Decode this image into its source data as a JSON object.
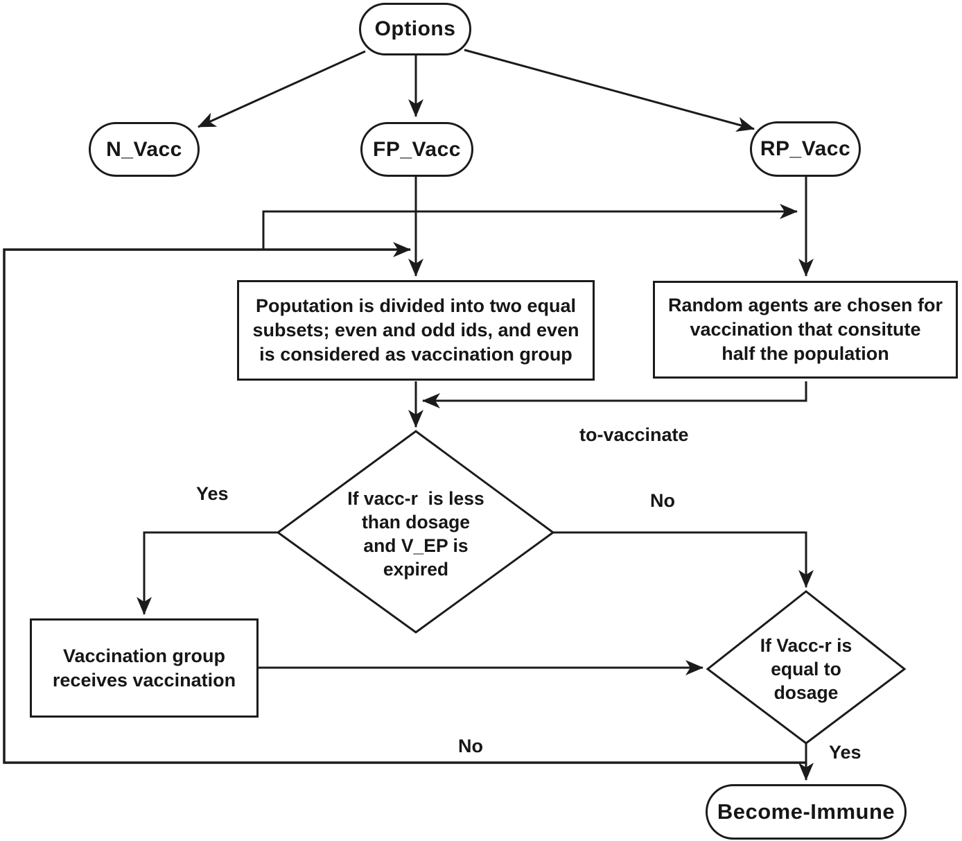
{
  "diagram": {
    "background": "#ffffff",
    "stroke_color": "#1b1b1b",
    "nodes": {
      "options": "Options",
      "n_vacc": "N_Vacc",
      "fp_vacc": "FP_Vacc",
      "rp_vacc": "RP_Vacc",
      "population_split": "Poputation is divided into two equal\nsubsets; even and odd ids, and even\nis considered as vaccination group",
      "random_agents": "Random agents are chosen for\nvaccination that consitute\nhalf the population",
      "vacc_less_decision": "If vacc-r  is less\nthan dosage\nand V_EP is\nexpired",
      "vaccination_group": "Vaccination group\nreceives vaccination",
      "vacc_equal_decision": "If Vacc-r is\nequal to\ndosage",
      "become_immune": "Become-Immune"
    },
    "edge_labels": {
      "to_vaccinate": "to-vaccinate",
      "yes_upper": "Yes",
      "no_upper": "No",
      "no_lower": "No",
      "yes_lower": "Yes"
    }
  }
}
